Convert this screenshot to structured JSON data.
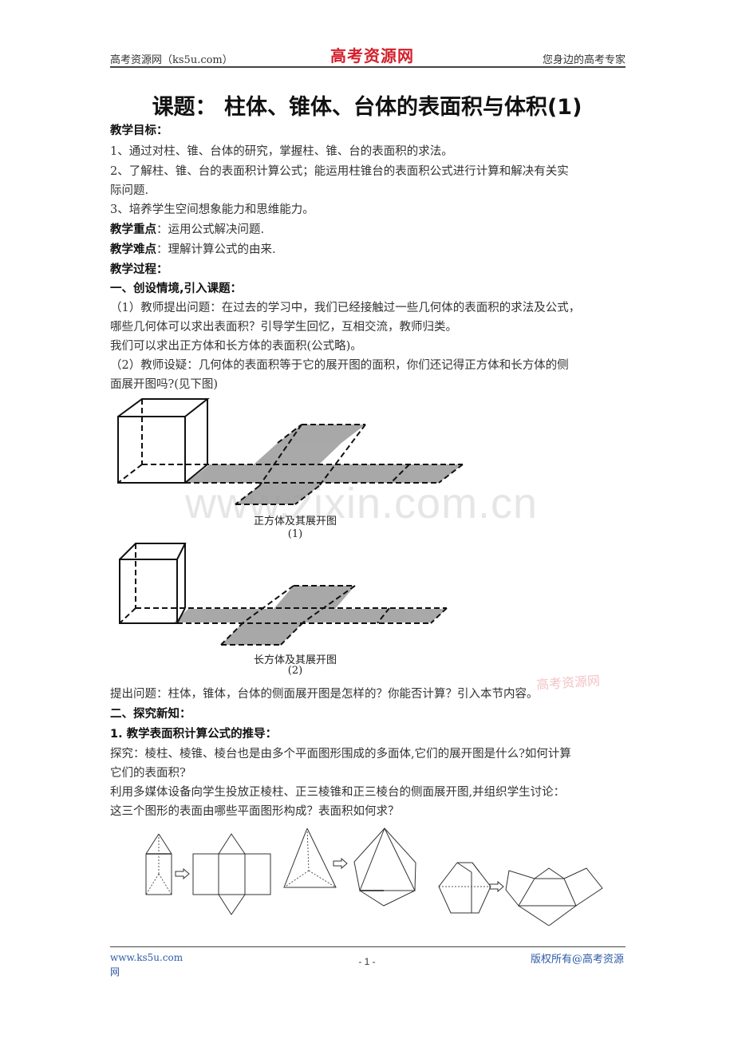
{
  "header": {
    "left": "高考资源网（ks5u.com）",
    "center_logo": "高考资源网",
    "right": "您身边的高考专家",
    "logo_color": "#d4202c"
  },
  "title": "课题：  柱体、锥体、台体的表面积与体积(1)",
  "objectives": {
    "heading": "教学目标：",
    "items": [
      "1、通过对柱、锥、台体的研究，掌握柱、锥、台的表面积的求法。",
      "2、了解柱、锥、台的表面积计算公式；能运用柱锥台的表面积公式进行计算和解决有关实",
      "际问题.",
      "3、培养学生空间想象能力和思维能力。"
    ]
  },
  "key_point": {
    "label": "教学重点",
    "sep": "：",
    "text": "运用公式解决问题."
  },
  "difficulty": {
    "label": "教学难点",
    "sep": "：",
    "text": "理解计算公式的由来."
  },
  "process_heading": "教学过程：",
  "section1": {
    "heading": "一、创设情境,引入课题：",
    "lines": [
      "（1）教师提出问题：在过去的学习中，我们已经接触过一些几何体的表面积的求法及公式，",
      "哪些几何体可以求出表面积？引导学生回忆，互相交流，教师归类。",
      "我们可以求出正方体和长方体的表面积(公式略)。",
      "（2）教师设疑：几何体的表面积等于它的展开图的面积，你们还记得正方体和长方体的侧",
      "面展开图吗?(见下图)"
    ]
  },
  "figure1": {
    "caption": "正方体及其展开图",
    "number": "(1)"
  },
  "figure2": {
    "caption": "长方体及其展开图",
    "number": "(2)"
  },
  "watermark": "www.zixin.com.cn",
  "stamp": "高考资源网",
  "question_line": "提出问题：柱体，锥体，台体的侧面展开图是怎样的？你能否计算？引入本节内容。",
  "section2": {
    "heading": "二、探究新知：",
    "sub_heading": "1. 教学表面积计算公式的推导：",
    "lines": [
      "探究：棱柱、棱锥、棱台也是由多个平面图形围成的多面体,它们的展开图是什么?如何计算",
      "它们的表面积?",
      "利用多媒体设备向学生投放正棱柱、正三棱锥和正三棱台的侧面展开图,并组织学生讨论：",
      "这三个图形的表面由哪些平面图形构成？表面积如何求？"
    ]
  },
  "footer": {
    "left_line1": "www.ks5u.com",
    "left_line2": "网",
    "page": "- 1 -",
    "right": "版权所有@高考资源"
  }
}
